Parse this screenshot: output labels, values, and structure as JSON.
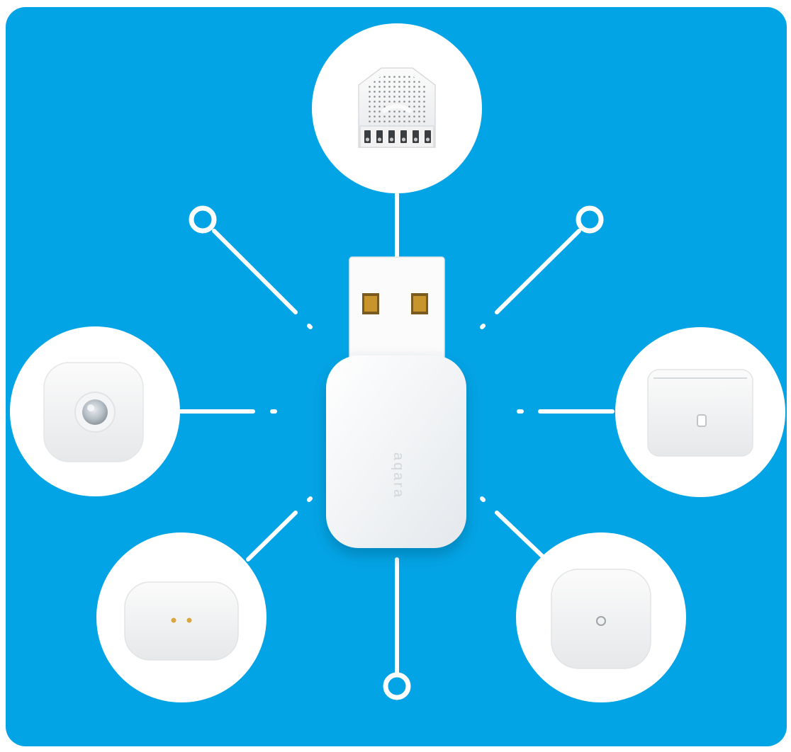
{
  "background": {
    "panel_color": "#03a4e6",
    "line_color": "#ffffff"
  },
  "center_device": {
    "icon": "usb-zigbee-dongle-icon",
    "brand_text": "aqara"
  },
  "devices": [
    {
      "id": "top",
      "icon": "relay-module-icon"
    },
    {
      "id": "left",
      "icon": "motion-sensor-icon"
    },
    {
      "id": "right",
      "icon": "door-window-sensor-icon"
    },
    {
      "id": "bottom-left",
      "icon": "water-leak-sensor-icon"
    },
    {
      "id": "bottom-right",
      "icon": "wireless-button-icon"
    }
  ],
  "empty_nodes": [
    {
      "id": "top-left",
      "icon": "connection-node-icon"
    },
    {
      "id": "top-right",
      "icon": "connection-node-icon"
    },
    {
      "id": "bottom",
      "icon": "connection-node-icon"
    }
  ]
}
